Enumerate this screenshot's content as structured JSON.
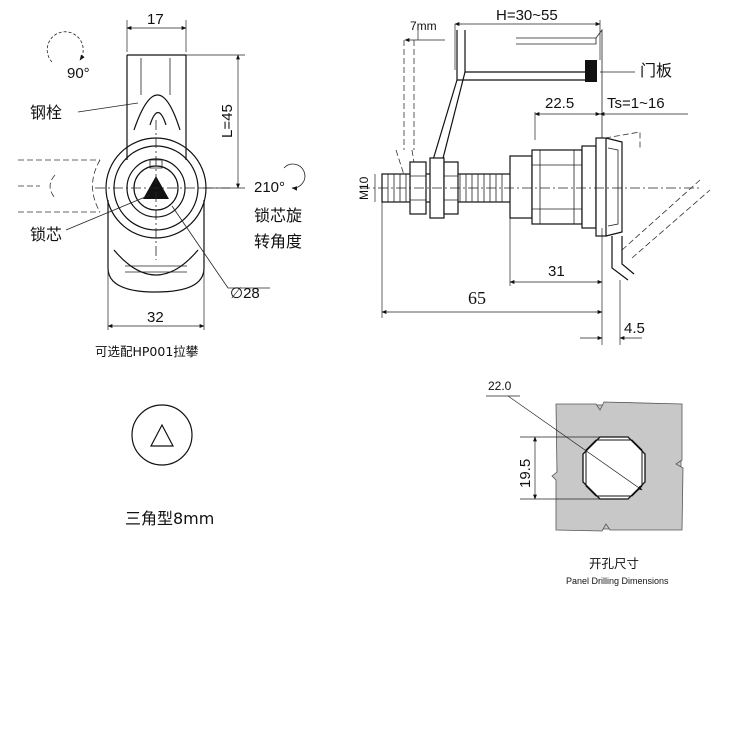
{
  "front_view": {
    "dim_top": "17",
    "angle_lever": "90°",
    "label_bolt": "钢栓",
    "dim_length": "L=45",
    "angle_core": "210°",
    "label_core_rotation_line1": "锁芯旋",
    "label_core_rotation_line2": "转角度",
    "label_core": "锁芯",
    "dim_diameter": "∅28",
    "dim_bottom": "32",
    "caption_optional": "可选配HP001拉攀"
  },
  "side_view": {
    "dim_offset": "7mm",
    "dim_range": "H=30~55",
    "label_door_panel": "门板",
    "dim_22_5": "22.5",
    "dim_thickness": "Ts=1~16",
    "thread_label": "M10",
    "dim_31": "31",
    "dim_65": "65",
    "dim_4_5": "4.5"
  },
  "triangle_key": {
    "caption": "三角型8mm"
  },
  "panel_cutout": {
    "dim_diagonal": "22.0",
    "dim_flat": "19.5",
    "caption_cn": "开孔尺寸",
    "caption_en": "Panel Drilling Dimensions"
  },
  "colors": {
    "line": "#111111",
    "panel_fill": "#c8c8c8",
    "accent": "#111111"
  }
}
